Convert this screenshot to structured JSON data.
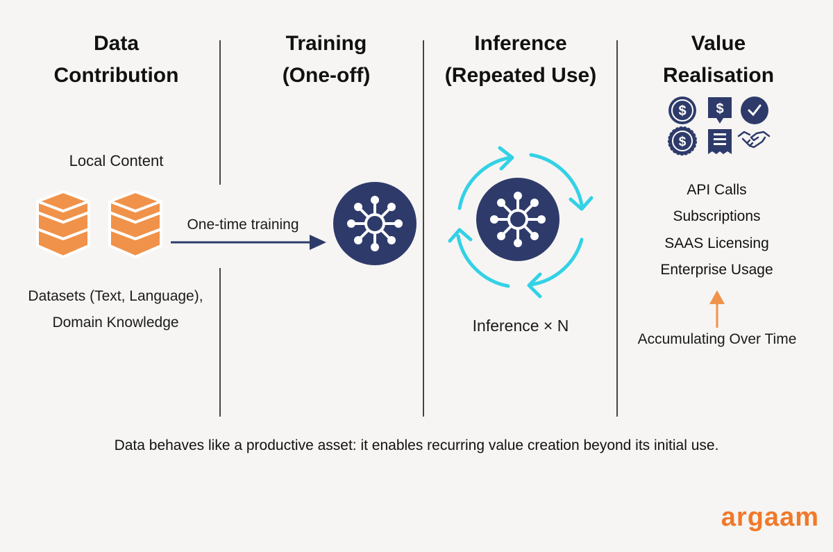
{
  "columns": [
    {
      "title_line1": "Data",
      "title_line2": "Contribution"
    },
    {
      "title_line1": "Training",
      "title_line2": "(One-off)"
    },
    {
      "title_line1": "Inference",
      "title_line2": "(Repeated Use)"
    },
    {
      "title_line1": "Value",
      "title_line2": "Realisation"
    }
  ],
  "data_contribution": {
    "local_content_label": "Local Content",
    "datasets_line1": "Datasets (Text, Language),",
    "datasets_line2": "Domain Knowledge"
  },
  "training": {
    "arrow_label": "One-time training"
  },
  "inference": {
    "label": "Inference × N"
  },
  "value": {
    "items": [
      "API Calls",
      "Subscriptions",
      "SAAS Licensing",
      "Enterprise Usage"
    ],
    "accumulating_label": "Accumulating Over Time",
    "icons": [
      "dollar-coin-icon",
      "dollar-tag-icon",
      "check-badge-icon",
      "dollar-seal-icon",
      "receipt-icon",
      "handshake-icon"
    ]
  },
  "caption": "Data behaves like a productive asset: it enables recurring value creation beyond its initial use.",
  "logo": "argaam",
  "colors": {
    "navy": "#2e3b6a",
    "cyan": "#33d1e6",
    "orange": "#f0924a",
    "logo_orange": "#f0792a"
  }
}
